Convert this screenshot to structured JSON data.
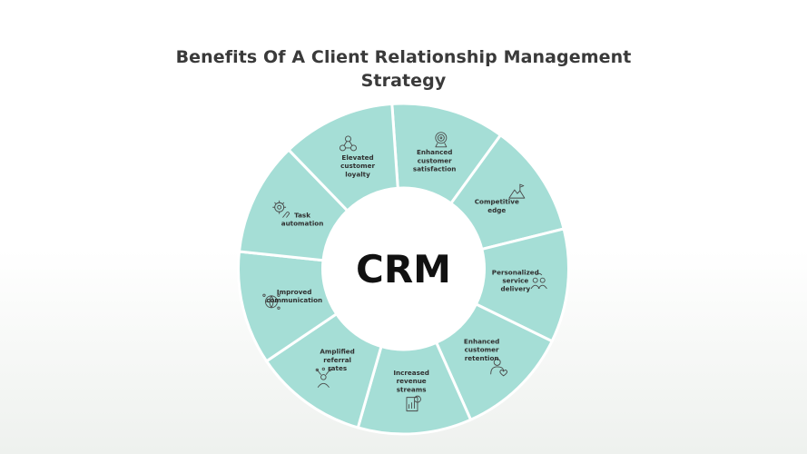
{
  "title": {
    "line1": "Benefits Of A Client Relationship Management",
    "line2": "Strategy"
  },
  "center": {
    "label": "CRM"
  },
  "colors": {
    "segment_fill": "#a5ded6",
    "segment_border": "#ffffff",
    "center_fill": "#ffffff",
    "text": "#2f2f2f",
    "title": "#3a3a3a",
    "icon_stroke": "#4a4a4a"
  },
  "segments": [
    {
      "label_lines": [
        "Enhanced",
        "customer",
        "satisfaction"
      ],
      "icon": "target-icon"
    },
    {
      "label_lines": [
        "Competitive",
        "edge"
      ],
      "icon": "mountain-flag-icon"
    },
    {
      "label_lines": [
        "Personalized",
        "service",
        "delivery"
      ],
      "icon": "service-team-icon"
    },
    {
      "label_lines": [
        "Enhanced",
        "customer",
        "retention"
      ],
      "icon": "customer-heart-icon"
    },
    {
      "label_lines": [
        "Increased",
        "revenue",
        "streams"
      ],
      "icon": "revenue-report-icon"
    },
    {
      "label_lines": [
        "Amplified",
        "referral",
        "rates"
      ],
      "icon": "referral-person-icon"
    },
    {
      "label_lines": [
        "Improved",
        "communication"
      ],
      "icon": "globe-network-icon"
    },
    {
      "label_lines": [
        "Task",
        "automation"
      ],
      "icon": "gear-hand-icon"
    },
    {
      "label_lines": [
        "Elevated",
        "customer",
        "loyalty"
      ],
      "icon": "loyalty-network-icon"
    }
  ]
}
